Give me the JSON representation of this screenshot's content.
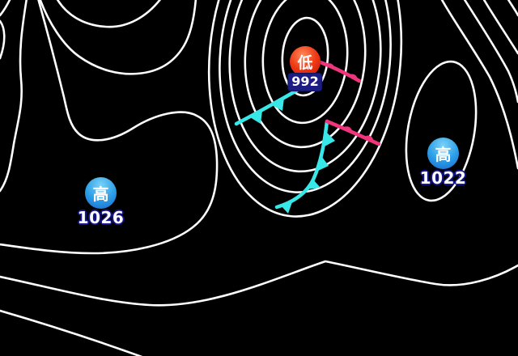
{
  "map": {
    "background_color": "#000000",
    "isobar_color": "#ffffff",
    "pressure_centers": [
      {
        "kind": "low",
        "symbol": "低",
        "value": "992",
        "marker_color": "#ef3a16",
        "label_bg": "#1c1c85"
      },
      {
        "kind": "high",
        "symbol": "高",
        "value": "1026",
        "marker_color": "#2d9fe8"
      },
      {
        "kind": "high",
        "symbol": "高",
        "value": "1022",
        "marker_color": "#2d9fe8"
      }
    ],
    "fronts": {
      "cold_front_color": "#38e8e8",
      "warm_front_color": "#f0357d"
    }
  }
}
